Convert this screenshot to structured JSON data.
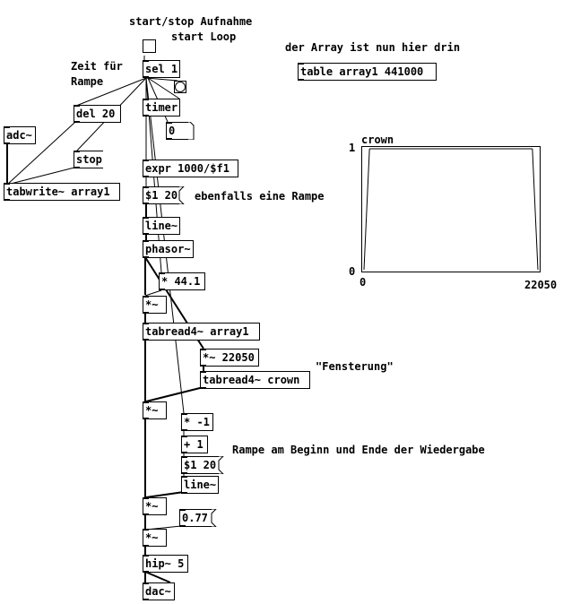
{
  "comments": {
    "start_stop": "start/stop Aufnahme",
    "start_loop": "start Loop",
    "array_hint": "der Array ist nun hier drin",
    "zeit_fur": "Zeit für",
    "rampe": "Rampe",
    "ebenfalls": "ebenfalls eine Rampe",
    "fensterung": "\"Fensterung\"",
    "rampe_beginn": "Rampe am Beginn und Ende der Wiedergabe"
  },
  "objects": {
    "sel": "sel 1",
    "del": "del 20",
    "timer": "timer",
    "adc": "adc~",
    "stop": "stop",
    "tabwrite": "tabwrite~ array1",
    "table": "table array1 441000",
    "num_zero": "0",
    "expr": "expr 1000/$f1",
    "msg_ramp1": "$1 20",
    "line1": "line~",
    "phasor": "phasor~",
    "mul441": "* 44.1",
    "mul_a": "*~",
    "tabread_array": "tabread4~ array1",
    "mul22050": "*~ 22050",
    "tabread_crown": "tabread4~ crown",
    "mul_b": "*~",
    "mul_neg1": "* -1",
    "plus1": "+ 1",
    "msg_ramp2": "$1 20",
    "line2": "line~",
    "mul_c": "*~",
    "msg_077": "0.77",
    "mul_d": "*~",
    "hip": "hip~ 5",
    "dac": "dac~"
  },
  "graph": {
    "name": "crown",
    "y_top": "1",
    "y_bottom": "0",
    "x_left": "0",
    "x_right": "22050"
  },
  "chart_data": {
    "type": "line",
    "title": "crown",
    "x": [
      0,
      700,
      21350,
      22050
    ],
    "y": [
      0,
      1,
      1,
      0
    ],
    "xlim": [
      0,
      22050
    ],
    "ylim": [
      0,
      1
    ],
    "xlabel": "",
    "ylabel": ""
  }
}
